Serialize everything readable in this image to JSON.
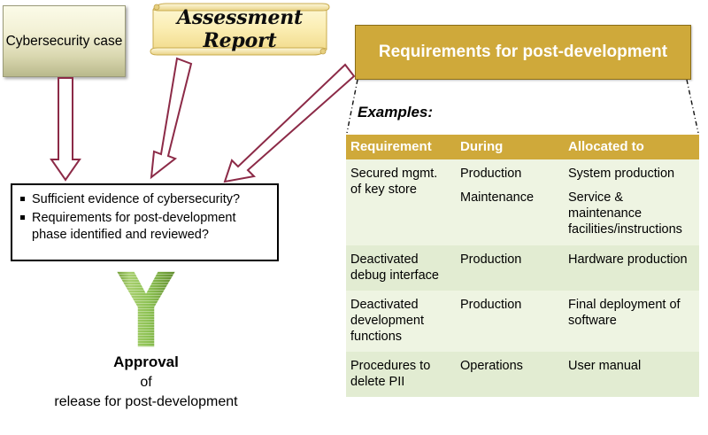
{
  "diagram": {
    "inputs": {
      "cybersecurity_case": "Cybersecurity case",
      "assessment_report": "Assessment Report"
    },
    "requirements_header": "Requirements for post-development",
    "examples_label": "Examples:",
    "criteria": {
      "items": [
        "Sufficient evidence of cybersecurity?",
        "Requirements for post-development phase identified and reviewed?"
      ]
    },
    "outcome": {
      "title": "Approval",
      "connector": "of",
      "subject": "release for post-development"
    }
  },
  "table": {
    "columns": [
      "Requirement",
      "During",
      "Allocated to"
    ],
    "rows": [
      {
        "requirement": "Secured mgmt. of key store",
        "during": [
          "Production",
          "Maintenance"
        ],
        "allocated_to": [
          "System production",
          "Service & maintenance facilities/instructions"
        ]
      },
      {
        "requirement": "Deactivated debug interface",
        "during": [
          "Production"
        ],
        "allocated_to": [
          "Hardware production"
        ]
      },
      {
        "requirement": "Deactivated development functions",
        "during": [
          "Production"
        ],
        "allocated_to": [
          "Final deployment of software"
        ]
      },
      {
        "requirement": "Procedures to delete PII",
        "during": [
          "Operations"
        ],
        "allocated_to": [
          "User manual"
        ]
      }
    ]
  },
  "colors": {
    "gold_header": "#cfa93a",
    "row_light": "#eef4e2",
    "row_dark": "#e2ecd2",
    "arrow_outline": "#8c2a47",
    "merge_arrow_green": "#8cc152",
    "case_box_olive": "#b9b98c"
  },
  "icons": {
    "scroll": "scroll-banner-icon",
    "merge_arrow": "y-merge-arrow-icon",
    "flow_arrow": "flow-arrow-icon",
    "leader_line": "dash-dot-leader-line-icon"
  }
}
